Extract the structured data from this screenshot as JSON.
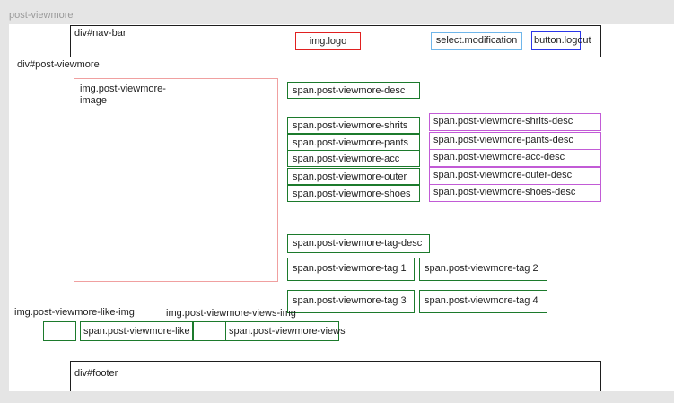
{
  "frame_title": "post-viewmore",
  "nav": {
    "container": "div#nav-bar",
    "logo": "img.logo",
    "select": "select.modification",
    "button": "button.logout"
  },
  "post": {
    "container": "div#post-viewmore",
    "image": "img.post-viewmore-image",
    "desc": "span.post-viewmore-desc",
    "categories": [
      {
        "span": "span.post-viewmore-shrits",
        "desc": "span.post-viewmore-shrits-desc"
      },
      {
        "span": "span.post-viewmore-pants",
        "desc": "span.post-viewmore-pants-desc"
      },
      {
        "span": "span.post-viewmore-acc",
        "desc": "span.post-viewmore-acc-desc"
      },
      {
        "span": "span.post-viewmore-outer",
        "desc": "span.post-viewmore-outer-desc"
      },
      {
        "span": "span.post-viewmore-shoes",
        "desc": "span.post-viewmore-shoes-desc"
      }
    ],
    "tag_desc": "span.post-viewmore-tag-desc",
    "tags": [
      "span.post-viewmore-tag 1",
      "span.post-viewmore-tag 2",
      "span.post-viewmore-tag 3",
      "span.post-viewmore-tag 4"
    ],
    "like_img": "img.post-viewmore-like-img",
    "like_span": "span.post-viewmore-like",
    "views_img": "img.post-viewmore-views-img",
    "views_span": "span.post-viewmore-views"
  },
  "footer": {
    "container": "div#footer"
  },
  "colors": {
    "frame_bg": "#ffffff",
    "canvas_bg": "#e5e5e5",
    "container_border": "#1e1e1e",
    "logo_border": "#e02020",
    "image_border": "#f0a0a0",
    "select_border": "#6fb6ea",
    "button_border": "#2a36e8",
    "span_border": "#1c7a2c",
    "desc_border": "#c25bd6"
  }
}
